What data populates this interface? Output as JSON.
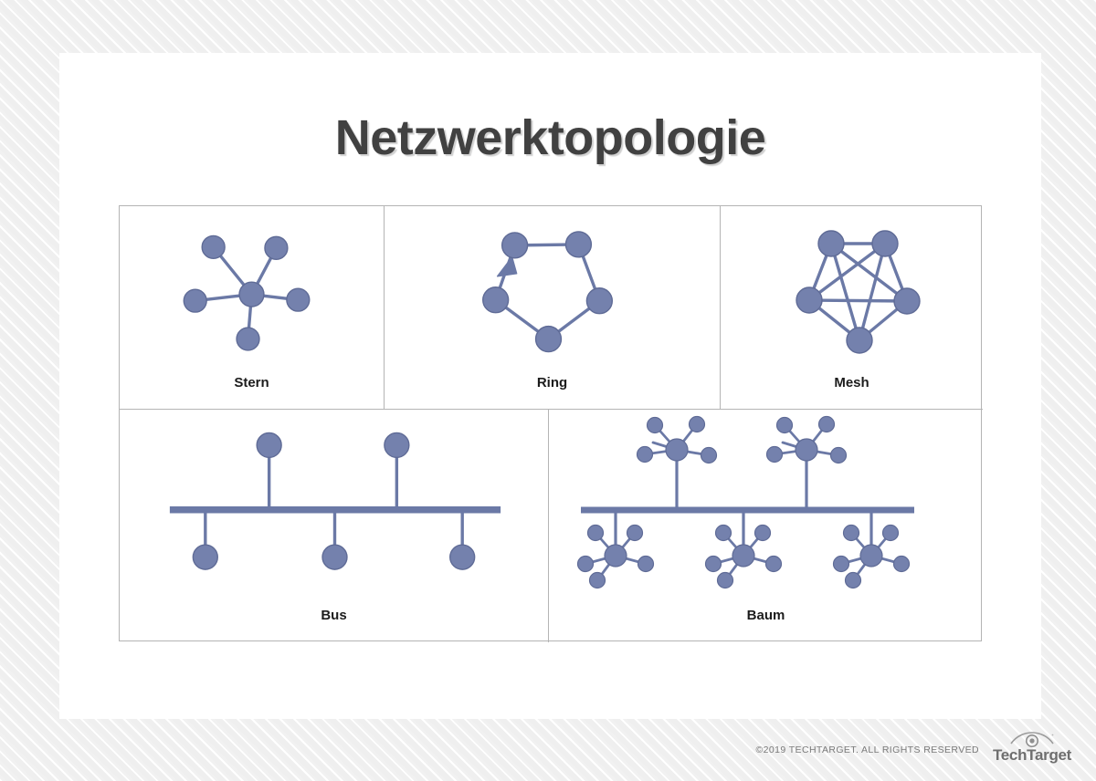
{
  "page": {
    "title": "Netzwerktopologie",
    "background": "#f2f2f2",
    "card_background": "#ffffff",
    "title_color": "#414141",
    "node_color": "#7481ad",
    "node_stroke": "#5f6b96",
    "edge_color": "#6b79a6",
    "panel_border": "#b4b4b4"
  },
  "panels": [
    {
      "id": "star",
      "label": "Stern",
      "topology": "star",
      "node_count": 6,
      "hub_count": 1,
      "leaf_count": 5,
      "edge_count": 5
    },
    {
      "id": "ring",
      "label": "Ring",
      "topology": "ring",
      "node_count": 5,
      "edge_count": 5,
      "has_direction_arrow": true
    },
    {
      "id": "mesh",
      "label": "Mesh",
      "topology": "full-mesh",
      "node_count": 5,
      "edge_count": 10
    },
    {
      "id": "bus",
      "label": "Bus",
      "topology": "bus",
      "node_count": 5,
      "nodes_above": 2,
      "nodes_below": 3
    },
    {
      "id": "tree",
      "label": "Baum",
      "topology": "tree",
      "cluster_count": 5,
      "clusters_above": 2,
      "clusters_below": 3,
      "leaves_per_cluster": 5
    }
  ],
  "footer": {
    "copyright": "©2019 TECHTARGET. ALL RIGHTS RESERVED",
    "logo_text": "TechTarget",
    "logo_icon": "eye-target-icon"
  }
}
